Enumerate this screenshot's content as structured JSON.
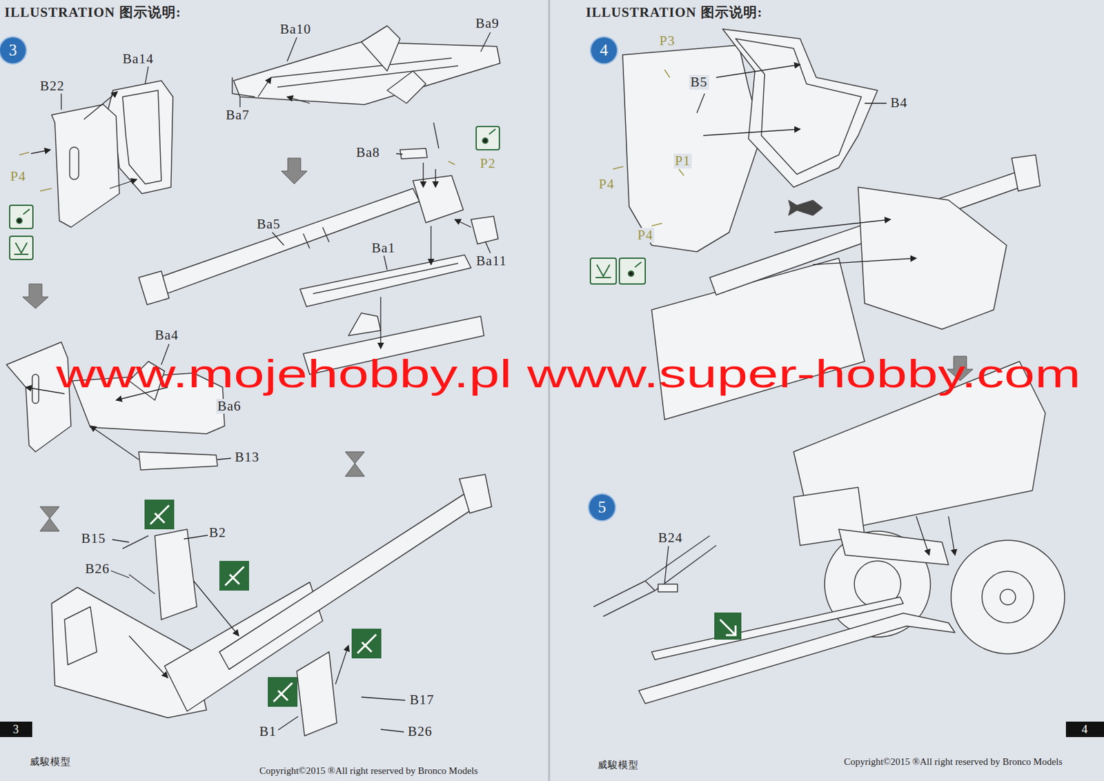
{
  "diagram": {
    "nodes": [
      {
        "text": [
          "3"
        ]
      },
      {
        "text": [
          "4"
        ]
      },
      {
        "text": [
          "5"
        ]
      }
    ],
    "labels": [
      "ILLUSTRATION 图示说明:",
      "Ba14",
      "B22",
      "P4",
      "Ba10",
      "Ba9",
      "Ba7",
      "Ba8",
      "P2",
      "Ba5",
      "Ba1",
      "Ba11",
      "Ba4",
      "Ba6",
      "B13",
      "B15",
      "B2",
      "B26",
      "B17",
      "B1",
      "B26",
      "3",
      "威駿模型",
      "Copyright©2015 ®All right reserved by Bronco Models",
      "ILLUSTRATION 图示说明:",
      "P3",
      "B5",
      "B4",
      "P1",
      "P4",
      "P4",
      "www.mojehobby.pl www.super-hobby.com",
      "B24",
      "4",
      "威駿模型",
      "Copyright©2015 ®All right reserved by Bronco Models"
    ]
  }
}
